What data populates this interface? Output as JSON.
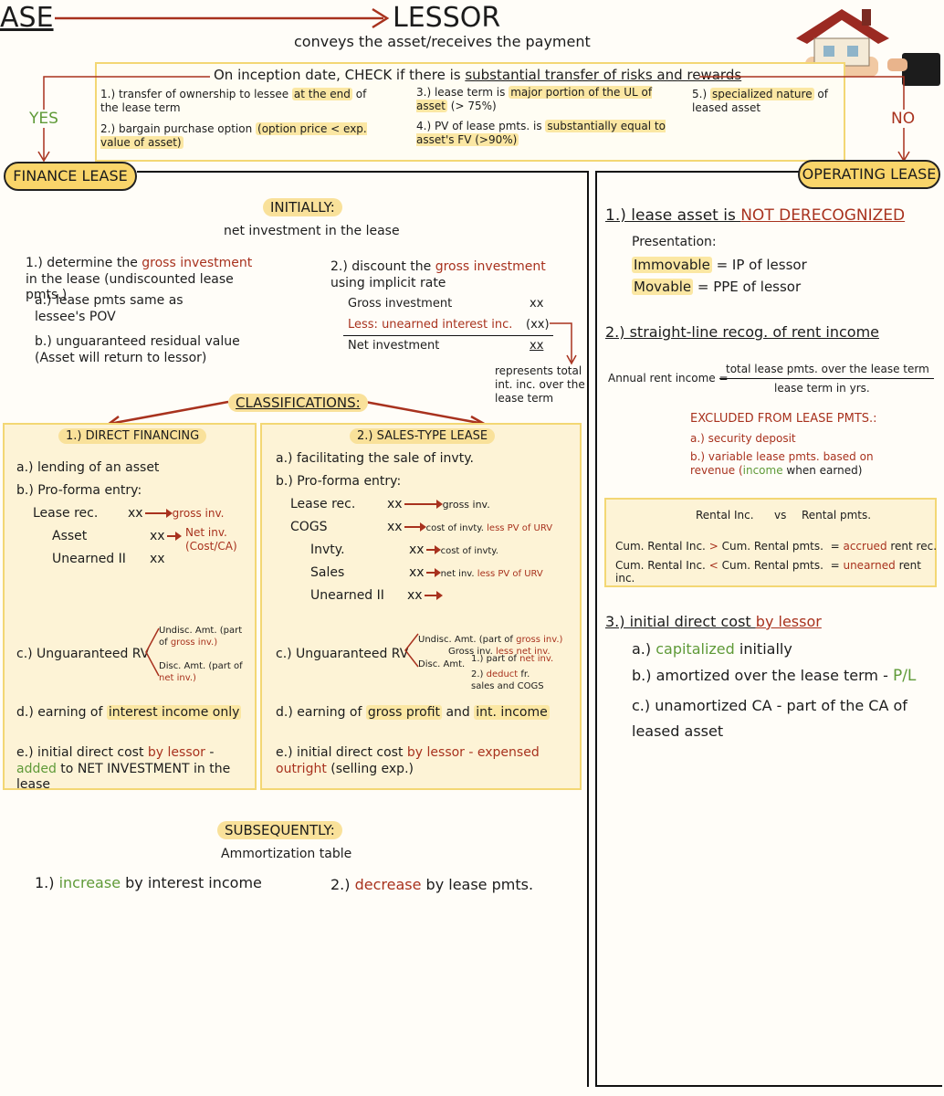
{
  "header": {
    "lessee": "ASE",
    "lessor": "LESSOR",
    "subtitle": "conveys the asset/receives the payment"
  },
  "check": {
    "prefix": "On inception date, CHECK if there is ",
    "highlight": "substantial transfer of risks and rewards",
    "c1a": "1.) transfer of ownership to lessee ",
    "c1b": "at the end",
    "c1c": " of the lease term",
    "c2a": "2.) bargain purchase option ",
    "c2b": "(option price < exp. value of asset)",
    "c3a": "3.) lease term is ",
    "c3b": "major portion of the UL of asset",
    "c3c": " (> 75%)",
    "c4a": "4.) PV of lease pmts. is ",
    "c4b": "substantially equal to asset's FV (>90%)",
    "c5a": "5.) ",
    "c5b": "specialized nature",
    "c5c": " of leased asset",
    "yes": "YES",
    "no": "NO"
  },
  "finance": {
    "title": "FINANCE LEASE",
    "initially": "INITIALLY:",
    "net_investment": "net investment in the lease",
    "s1a": "1.) determine the ",
    "s1b": "gross investment",
    "s1c": " in the lease (undiscounted lease pmts.)",
    "s1_a": "a.) lease pmts same as lessee's POV",
    "s1_b1": "b.) unguaranteed residual value",
    "s1_b2": "(Asset will return to lessor)",
    "s2a": "2.) discount the ",
    "s2b": "gross investment",
    "s2c": " using implicit rate",
    "t_gross": "Gross investment",
    "t_gross_v": "xx",
    "t_less": "Less: unearned interest inc.",
    "t_less_v": "(xx)",
    "t_net": "Net investment",
    "t_net_v": "xx",
    "represents": "represents total int. inc. over the lease term",
    "classifications": "CLASSIFICATIONS:",
    "direct": {
      "title": "1.) DIRECT FINANCING",
      "a": "a.) lending of an asset",
      "b": "b.) Pro-forma entry:",
      "lease_rec": "Lease rec.",
      "asset": "Asset",
      "unearned": "Unearned II",
      "xx": "xx",
      "gross_inv": "gross inv.",
      "net_inv": "Net inv. (Cost/CA)",
      "c": "c.) Unguaranteed RV",
      "undisc": "Undisc. Amt. (part of ",
      "undisc_r": "gross inv.)",
      "disc": "Disc. Amt. (part of ",
      "disc_r": "net inv.)",
      "d1": "d.) earning of ",
      "d2": "interest income only",
      "e1": "e.) initial direct cost ",
      "e2": "by lessor",
      "e3": " - ",
      "e4": "added",
      "e5": " to NET INVESTMENT in the lease"
    },
    "sales": {
      "title": "2.) SALES-TYPE LEASE",
      "a": "a.) facilitating the sale of invty.",
      "b": "b.) Pro-forma entry:",
      "lease_rec": "Lease rec.",
      "cogs": "COGS",
      "invty": "Invty.",
      "sales": "Sales",
      "unearned": "Unearned II",
      "xx": "xx",
      "gross_inv": "gross inv.",
      "cogs_note1": "cost of invty. ",
      "cogs_note2": "less PV of URV",
      "invty_note": "cost of invty.",
      "sales_note1": "net inv. ",
      "sales_note2": "less PV of URV",
      "c": "c.) Unguaranteed RV",
      "undisc": "Undisc. Amt. (part of ",
      "undisc_r": "gross inv.)",
      "gross_less": "Gross inv. ",
      "gross_less_r": "less net inv.",
      "disc": "Disc. Amt.",
      "p1": "1.) part of ",
      "p1_r": "net inv.",
      "p2a": "2.) ",
      "p2b": "deduct",
      "p2c": " fr. sales and COGS",
      "d1": "d.) earning of ",
      "d2": "gross profit",
      "d3": " and ",
      "d4": "int. income",
      "e1": "e.) initial direct cost ",
      "e2": "by lessor - expensed outright",
      "e3": " (selling exp.)"
    },
    "subsequently": "SUBSEQUENTLY:",
    "amort": "Ammortization table",
    "inc1": "1.) ",
    "inc2": "increase",
    "inc3": " by interest income",
    "dec1": "2.) ",
    "dec2": "decrease",
    "dec3": " by lease pmts."
  },
  "operating": {
    "title": "OPERATING LEASE",
    "o1a": "1.) lease asset is ",
    "o1b": "NOT DERECOGNIZED",
    "presentation": "Presentation:",
    "immovable": "Immovable",
    "immovable_r": " = IP of lessor",
    "movable": "Movable",
    "movable_r": " = PPE of lessor",
    "o2": "2.) straight-line recog. of rent income",
    "annual": "Annual rent income =",
    "num": "total lease pmts. over the lease term",
    "den": "lease term in yrs.",
    "excluded": "EXCLUDED FROM LEASE PMTS.:",
    "ex_a": "a.) security deposit",
    "ex_b1": "b.) variable lease pmts. based on revenue (",
    "ex_b2": "income",
    "ex_b3": " when earned)",
    "rental_inc": "Rental Inc.",
    "vs": "vs",
    "rental_pmts": "Rental pmts.",
    "cum_inc": "Cum. Rental Inc.",
    "gt": ">",
    "lt": "<",
    "cum_pmts": "Cum. Rental pmts.",
    "accrued1": "= ",
    "accrued2": "accrued",
    "accrued3": " rent rec.",
    "unearned1": "= ",
    "unearned2": "unearned",
    "unearned3": " rent inc.",
    "o3a": "3.) initial direct cost ",
    "o3b": "by lessor",
    "o3_a1": "a.) ",
    "o3_a2": "capitalized",
    "o3_a3": " initially",
    "o3_b1": "b.) amortized over the lease term - ",
    "o3_b2": "P/L",
    "o3_c": "c.) unamortized CA - part of the CA of leased asset"
  }
}
